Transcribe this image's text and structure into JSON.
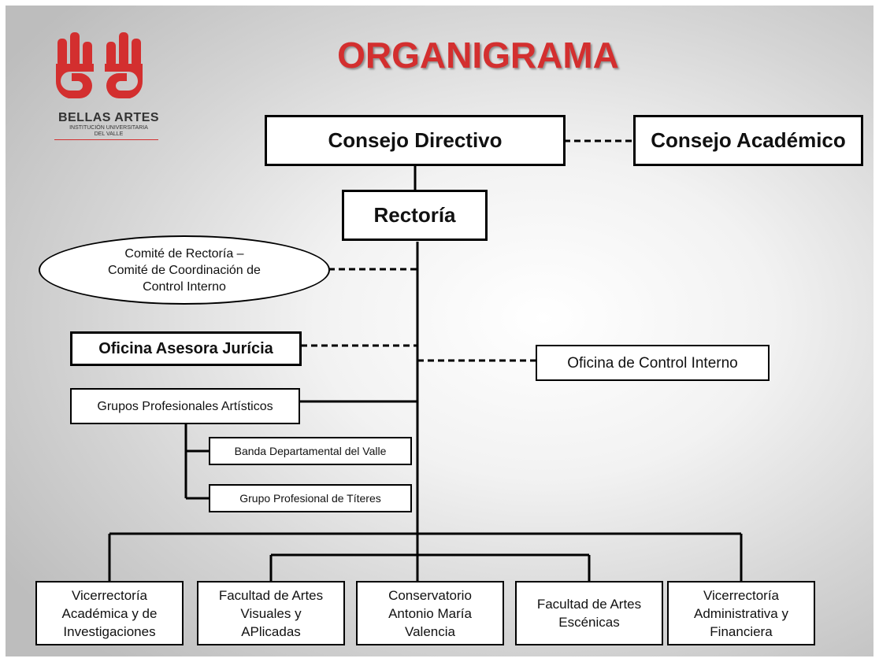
{
  "title": "ORGANIGRAMA",
  "logo": {
    "name": "BELLAS ARTES",
    "subtitle_line1": "INSTITUCIÓN UNIVERSITARIA",
    "subtitle_line2": "DEL VALLE",
    "color": "#d32f2f"
  },
  "nodes": {
    "consejo_directivo": "Consejo Directivo",
    "consejo_academico": "Consejo Académico",
    "rectoria": "Rectoría",
    "comite_line1": "Comité de Rectoría –",
    "comite_line2": "Comité de Coordinación de",
    "comite_line3": "Control Interno",
    "oficina_juridica": "Oficina Asesora Jurícia",
    "oficina_control": "Oficina de Control Interno",
    "grupos_artisticos": "Grupos Profesionales Artísticos",
    "banda": "Banda Departamental del Valle",
    "titeres": "Grupo Profesional de Títeres",
    "vicerrectoria_academica": [
      "Vicerrectoría",
      "Académica y de",
      "Investigaciones"
    ],
    "facultad_visuales": [
      "Facultad de Artes",
      "Visuales y",
      "APlicadas"
    ],
    "conservatorio": [
      "Conservatorio",
      "Antonio María",
      "Valencia"
    ],
    "facultad_escenicas": [
      "Facultad de Artes",
      "Escénicas"
    ],
    "vicerrectoria_administrativa": [
      "Vicerrectoría",
      "Administrativa y",
      "Financiera"
    ]
  },
  "colors": {
    "title": "#d32f2f",
    "box_border": "#000000",
    "box_fill": "#ffffff"
  }
}
